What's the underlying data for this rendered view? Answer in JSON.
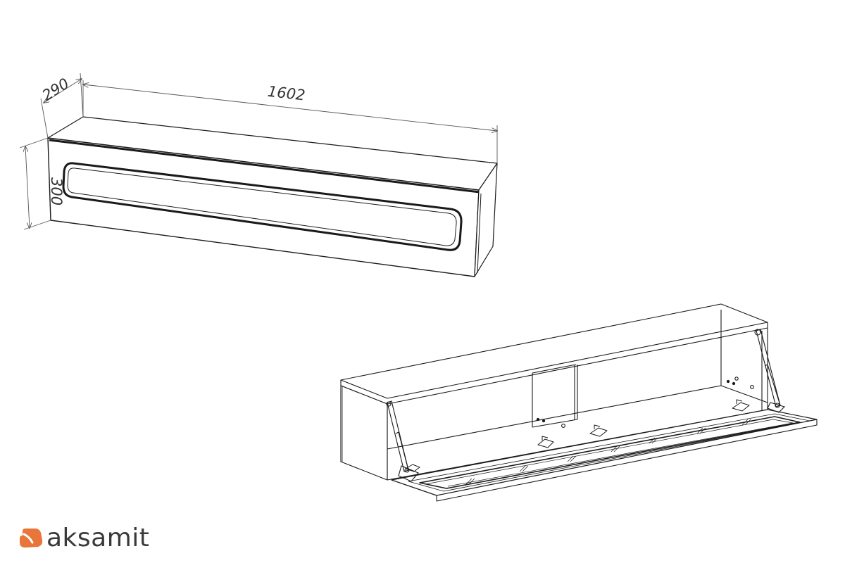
{
  "dimensions": {
    "depth": "290",
    "width": "1602",
    "height": "300"
  },
  "brand": {
    "name": "aksamit",
    "logo_icon": "aksamit-logo-icon",
    "accent_color": "#e8753a"
  },
  "colors": {
    "line": "#1a1a1a",
    "thin_line": "#555555",
    "background": "#ffffff"
  }
}
